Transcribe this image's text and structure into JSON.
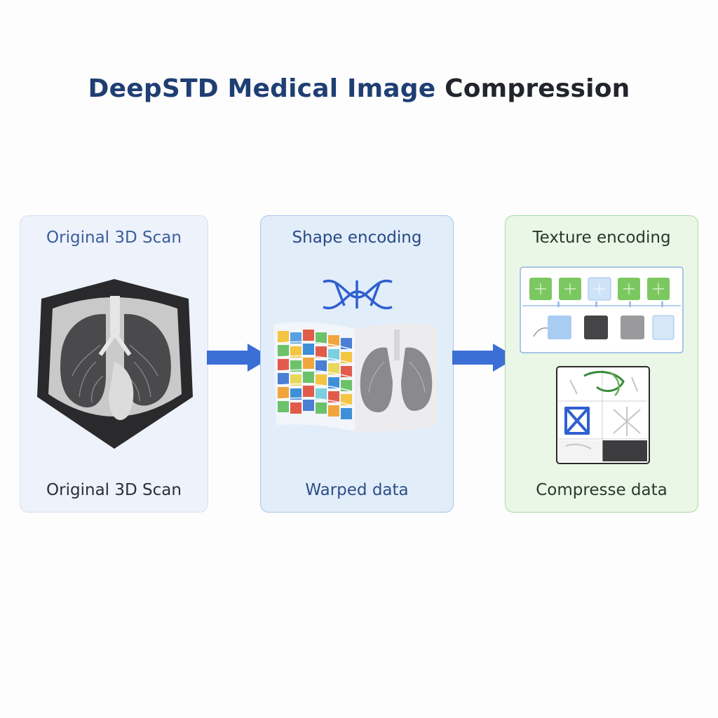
{
  "title": {
    "part_a": "DeepSTD Medical Image",
    "part_b": "Compression"
  },
  "panels": [
    {
      "heading": "Original 3D Scan",
      "caption": "Original 3D Scan"
    },
    {
      "heading": "Shape encoding",
      "caption": "Warped data"
    },
    {
      "heading": "Texture encoding",
      "caption": "Compresse data"
    }
  ],
  "colors": {
    "title_primary": "#1f3f73",
    "arrow": "#3b6fd6",
    "shape_blue": "#2f5fd0",
    "texture_green": "#7cc860"
  }
}
